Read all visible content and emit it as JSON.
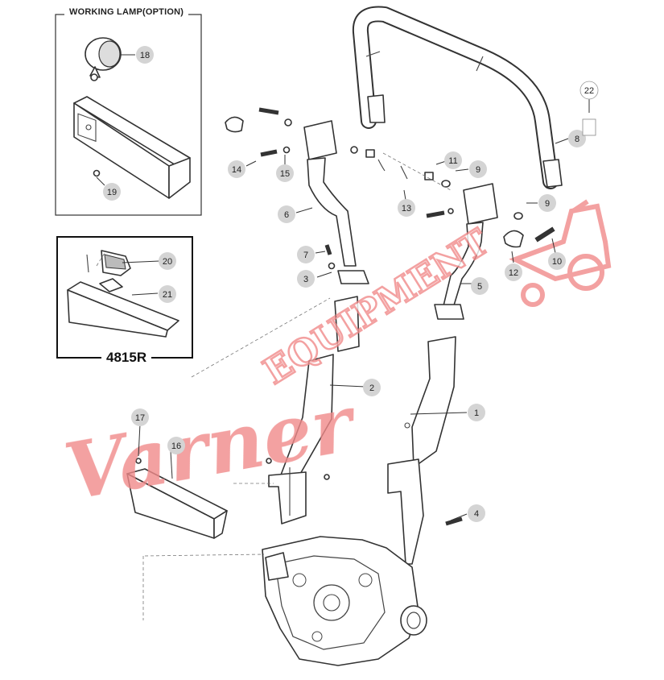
{
  "inset_lamp": {
    "title": "WORKING LAMP(OPTION)"
  },
  "inset_model": {
    "label": "4815R"
  },
  "callouts": [
    "1",
    "2",
    "3",
    "4",
    "5",
    "6",
    "7",
    "8",
    "9",
    "9",
    "10",
    "11",
    "12",
    "13",
    "14",
    "15",
    "16",
    "17",
    "18",
    "19",
    "20",
    "21",
    "22"
  ],
  "watermark": {
    "script": "Varner",
    "word": "EQUIPMENT",
    "color": "#f08a8a"
  }
}
